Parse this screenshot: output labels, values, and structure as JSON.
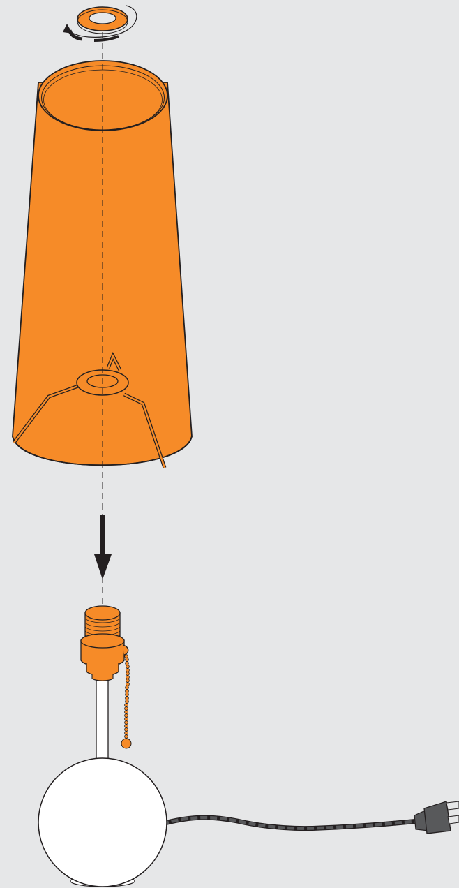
{
  "diagram": {
    "kind": "exploded-assembly-illustration",
    "parts": [
      {
        "name": "finial-ring",
        "icon": "ring-icon"
      },
      {
        "name": "rotation-arrow",
        "icon": "rotate-arrow-icon"
      },
      {
        "name": "lamp-shade",
        "icon": "shade-icon"
      },
      {
        "name": "shade-harp-fitter",
        "icon": "fitter-icon"
      },
      {
        "name": "down-arrow",
        "icon": "arrow-down-icon"
      },
      {
        "name": "socket",
        "icon": "socket-icon"
      },
      {
        "name": "pull-chain",
        "icon": "chain-icon"
      },
      {
        "name": "lamp-stem",
        "icon": "stem-icon"
      },
      {
        "name": "lamp-base",
        "icon": "sphere-icon"
      },
      {
        "name": "power-cord",
        "icon": "cord-icon"
      },
      {
        "name": "plug",
        "icon": "plug-icon"
      }
    ],
    "colors": {
      "background": "#e6e7e8",
      "accent": "#f68b28",
      "outline": "#231f20",
      "base": "#ffffff",
      "cord": "#58595b"
    }
  }
}
